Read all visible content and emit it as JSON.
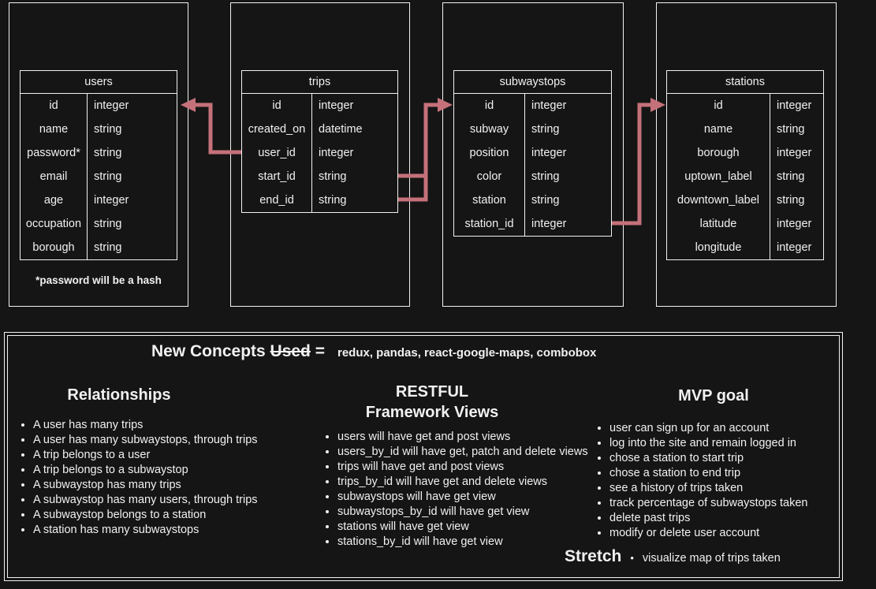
{
  "colors": {
    "background": "#151515",
    "border": "#f2f2f2",
    "text": "#f1f1f1",
    "arrow": "#c5717a"
  },
  "tables": [
    {
      "name": "users",
      "fields": [
        {
          "label": "id",
          "type": "integer"
        },
        {
          "label": "name",
          "type": "string"
        },
        {
          "label": "password*",
          "type": "string"
        },
        {
          "label": "email",
          "type": "string"
        },
        {
          "label": "age",
          "type": "integer"
        },
        {
          "label": "occupation",
          "type": "string"
        },
        {
          "label": "borough",
          "type": "string"
        }
      ],
      "note": "*password will be a hash"
    },
    {
      "name": "trips",
      "fields": [
        {
          "label": "id",
          "type": "integer"
        },
        {
          "label": "created_on",
          "type": "datetime"
        },
        {
          "label": "user_id",
          "type": "integer"
        },
        {
          "label": "start_id",
          "type": "string"
        },
        {
          "label": "end_id",
          "type": "string"
        }
      ]
    },
    {
      "name": "subwaystops",
      "fields": [
        {
          "label": "id",
          "type": "integer"
        },
        {
          "label": "subway",
          "type": "string"
        },
        {
          "label": "position",
          "type": "integer"
        },
        {
          "label": "color",
          "type": "string"
        },
        {
          "label": "station",
          "type": "string"
        },
        {
          "label": "station_id",
          "type": "integer"
        }
      ]
    },
    {
      "name": "stations",
      "fields": [
        {
          "label": "id",
          "type": "integer"
        },
        {
          "label": "name",
          "type": "string"
        },
        {
          "label": "borough",
          "type": "integer"
        },
        {
          "label": "uptown_label",
          "type": "string"
        },
        {
          "label": "downtown_label",
          "type": "string"
        },
        {
          "label": "latitude",
          "type": "integer"
        },
        {
          "label": "longitude",
          "type": "integer"
        }
      ]
    }
  ],
  "panel": {
    "heading_prefix": "New Concepts ",
    "heading_struck": "Used",
    "heading_suffix": " =",
    "heading_value": "redux, pandas, react-google-maps, combobox",
    "sections": [
      {
        "title": "Relationships",
        "items": [
          "A user has many trips",
          "A user has many subwaystops, through trips",
          "A trip belongs to a user",
          "A trip belongs to a subwaystop",
          "A subwaystop has many trips",
          "A subwaystop has many users, through trips",
          "A subwaystop belongs to a station",
          "A station has many subwaystops"
        ]
      },
      {
        "title": "RESTFUL Framework Views",
        "items": [
          "users will have get and post views",
          "users_by_id will have get, patch and delete views",
          "trips will have get and post views",
          "trips_by_id will have get and delete views",
          "subwaystops will have get view",
          "subwaystops_by_id will have get view",
          "stations will have get view",
          "stations_by_id will have get view"
        ]
      },
      {
        "title": "MVP goal",
        "items": [
          "user can sign up for an account",
          "log into the site and remain logged in",
          "chose a station to start trip",
          "chose a station to end trip",
          "see a history of trips taken",
          "track percentage of subwaystops taken",
          "delete past trips",
          "modify or delete user account"
        ]
      }
    ],
    "stretch_label": "Stretch",
    "stretch_bullet": "•",
    "stretch_item": "visualize map of trips taken"
  }
}
